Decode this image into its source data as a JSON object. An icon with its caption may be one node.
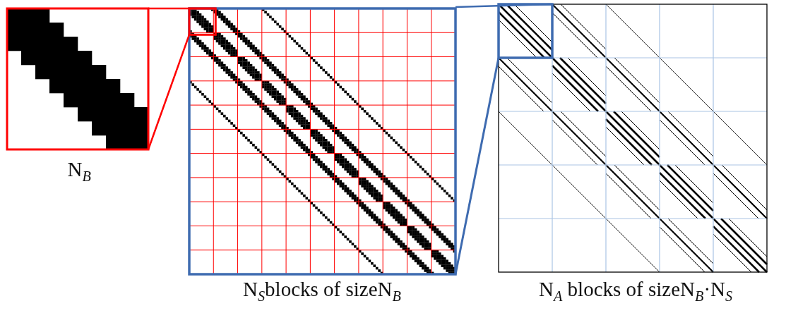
{
  "diagram": {
    "labels": [
      "N$_{B}$",
      "N$_{S}$blocks of sizeN$_{B}$",
      "N$_{A}$ blocks of sizeN$_{B}$·N$_{S}$"
    ]
  }
}
